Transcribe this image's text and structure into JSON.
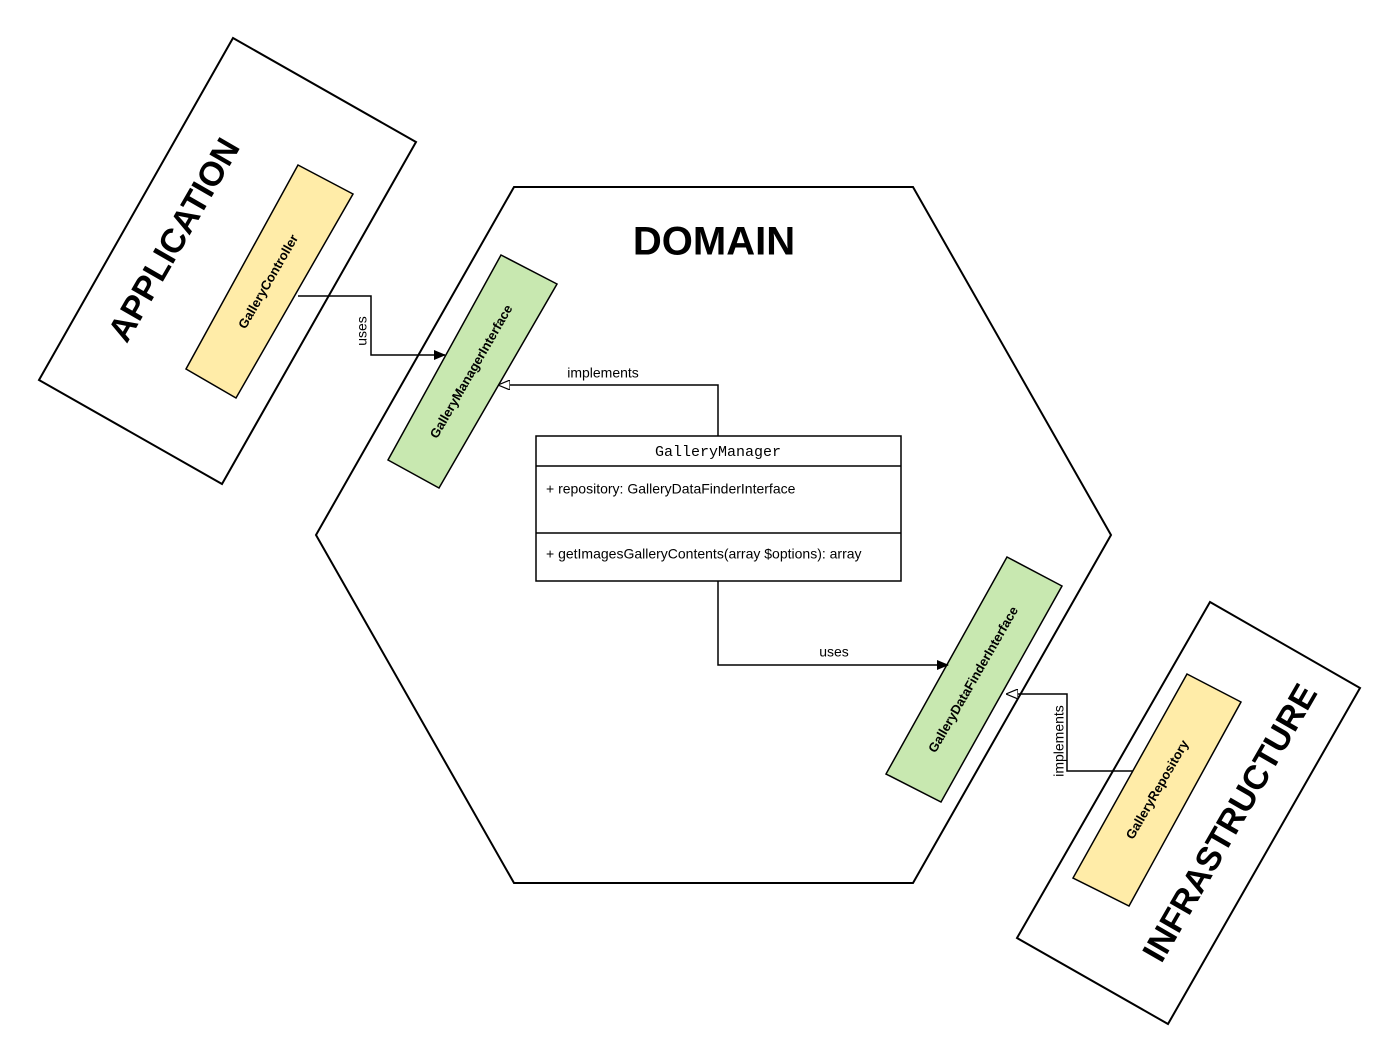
{
  "colors": {
    "background": "#ffffff",
    "stroke": "#000000",
    "application_component": "#FFECA8",
    "domain_interface": "#C8E8B0"
  },
  "diagram": {
    "application": {
      "title": "APPLICATION",
      "component": "GalleryController"
    },
    "domain": {
      "title": "DOMAIN",
      "manager_interface": "GalleryManagerInterface",
      "data_finder_interface": "GalleryDataFinderInterface",
      "manager_class": {
        "name": "GalleryManager",
        "attribute": "+ repository: GalleryDataFinderInterface",
        "method": "+ getImagesGalleryContents(array $options): array"
      }
    },
    "infrastructure": {
      "title": "INFRASTRUCTURE",
      "component": "GalleryRepository"
    },
    "relations": {
      "controller_uses_manager_interface": "uses",
      "manager_implements_manager_interface": "implements",
      "manager_uses_data_finder_interface": "uses",
      "repository_implements_data_finder_interface": "implements"
    }
  }
}
